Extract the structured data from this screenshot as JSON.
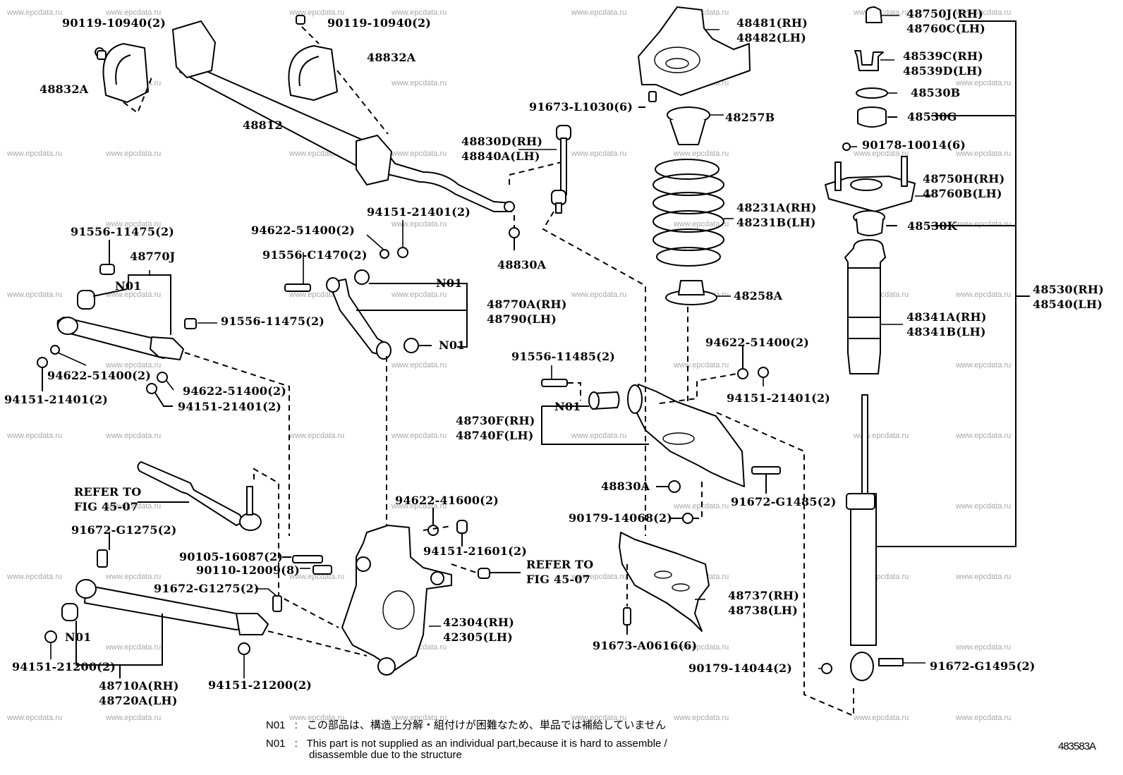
{
  "watermark": "www.epcdata.ru",
  "figure_id": "483583A",
  "notes": [
    {
      "code": "N01",
      "sep": ":",
      "text": "この部品は、構造上分解・組付けが困難なため、単品では補給していません"
    },
    {
      "code": "N01",
      "sep": ":",
      "text": "This part is not supplied as an individual part,because it is hard to assemble /",
      "text2": "disassemble due to the structure"
    }
  ],
  "labels": {
    "stab_bolt_left": "90119-10940(2)",
    "stab_bolt_right": "90119-10940(2)",
    "stab_bushing_left": "48832A",
    "stab_bushing_right": "48832A",
    "stabilizer_bar": "48812",
    "stab_link": [
      "48830D(RH)",
      "48840A(LH)"
    ],
    "stab_link_nut_top": "48830A",
    "upper_support": [
      "48481(RH)",
      "48482(LH)"
    ],
    "upper_support_bolt": "91673-L1030(6)",
    "spring_bumper": "48257B",
    "coil_spring": [
      "48231A(RH)",
      "48231B(LH)"
    ],
    "spring_insulator": "48258A",
    "shock_nut": [
      "48750J(RH)",
      "48760C(LH)"
    ],
    "bracket": [
      "48539C(RH)",
      "48539D(LH)"
    ],
    "washer": "48530B",
    "cushion": "48530G",
    "support_nut": "90178-10014(6)",
    "shock_support": [
      "48750H(RH)",
      "48760B(LH)"
    ],
    "bound_stopper": "48530K",
    "shock_absorber": [
      "48530(RH)",
      "48540(LH)"
    ],
    "dust_boot": [
      "48341A(RH)",
      "48341B(LH)"
    ],
    "upper_arm_nut": "94151-21401(2)",
    "upper_arm_washer": "94622-51400(2)",
    "upper_arm_bolt": "91556-C1470(2)",
    "upper_arm_n01_top": "N01",
    "upper_arm": [
      "48770A(RH)",
      "48790(LH)"
    ],
    "upper_arm_n01_bottom": "N01",
    "toe_arm_bolt_top": "91556-11475(2)",
    "toe_arm": "48770J",
    "toe_arm_n01": "N01",
    "toe_arm_bolt_right": "91556-11475(2)",
    "toe_arm_washer_left": "94622-51400(2)",
    "toe_arm_nut_left": "94151-21401(2)",
    "toe_arm_washer_right": "94622-51400(2)",
    "toe_arm_nut_right": "94151-21401(2)",
    "lower_arm_bolt": "91556-11485(2)",
    "lower_arm_washer": "94622-51400(2)",
    "lower_arm_nut": "94151-21401(2)",
    "lower_arm_n01": "N01",
    "lower_arm": [
      "48730F(RH)",
      "48740F(LH)"
    ],
    "lower_arm_nut_a": "48830A",
    "lower_arm_bolt_right": "91672-G1485(2)",
    "lower_arm_nut_b": "90179-14068(2)",
    "refer_to_left": [
      "REFER TO",
      "FIG 45-07"
    ],
    "refer_to_right": [
      "REFER TO",
      "FIG 45-07"
    ],
    "rear_arm_bolt_top": "91672-G1275(2)",
    "rear_arm_bolt_right": "91672-G1275(2)",
    "knuckle_bolt": "90105-16087(2)",
    "knuckle_bolt_b": "90110-12009(8)",
    "knuckle_washer": "94622-41600(2)",
    "knuckle_nut": "94151-21601(2)",
    "knuckle": [
      "42304(RH)",
      "42305(LH)"
    ],
    "rear_arm_n01": "N01",
    "rear_arm_nut_left": "94151-21200(2)",
    "rear_arm": [
      "48710A(RH)",
      "48720A(LH)"
    ],
    "rear_arm_nut_right": "94151-21200(2)",
    "lower_cover": [
      "48737(RH)",
      "48738(LH)"
    ],
    "cover_bolt": "91673-A0616(6)",
    "shock_lower_nut": "90179-14044(2)",
    "shock_lower_bolt": "91672-G1495(2)"
  }
}
